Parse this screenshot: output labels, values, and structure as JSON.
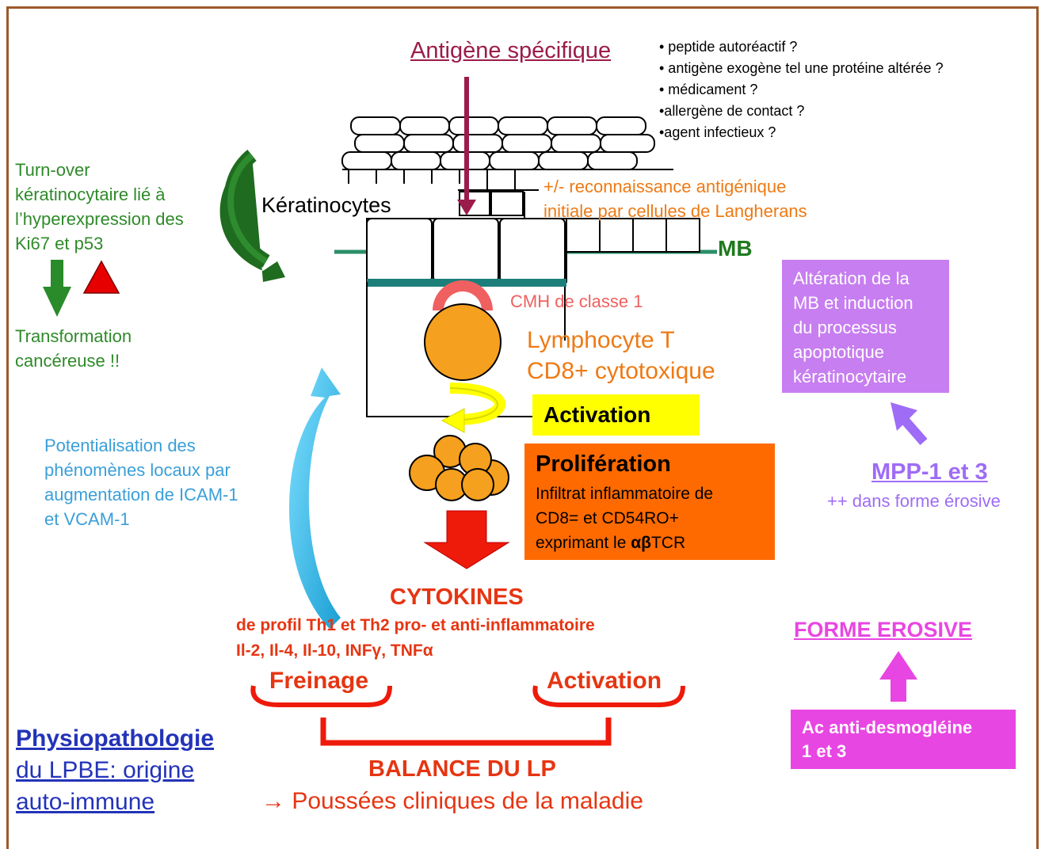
{
  "antigen": {
    "title": "Antigène spécifique",
    "list": [
      "• peptide autoréactif ?",
      "• antigène exogène tel une protéine altérée ?",
      "• médicament  ?",
      "•allergène de contact ?",
      "•agent infectieux ?"
    ]
  },
  "turnover": {
    "lines": [
      "Turn-over",
      "kératinocytaire lié à",
      "l’hyperexpression des",
      "Ki67 et p53"
    ],
    "transformation": [
      "Transformation",
      "cancéreuse !!"
    ]
  },
  "keratinocytes_label": "Kératinocytes",
  "langerhans": [
    "+/- reconnaissance antigénique",
    "initiale par cellules de Langherans"
  ],
  "mb_label": "MB",
  "cmh_label": "CMH de classe 1",
  "lymphocyte": [
    "Lymphocyte T",
    "CD8+ cytotoxique"
  ],
  "activation_box": "Activation",
  "proliferation": {
    "title": "Prolifération",
    "lines": [
      "Infiltrat inflammatoire de",
      "CD8= et CD54RO+"
    ],
    "line3_prefix": "exprimant le ",
    "line3_bold": "αβ",
    "line3_suffix": "TCR"
  },
  "potentialisation": [
    "Potentialisation des",
    "phénomènes locaux par",
    "augmentation de ICAM-1",
    "et VCAM-1"
  ],
  "alteration": [
    "Altération de la",
    "MB et induction",
    "du processus",
    "apoptotique",
    "kératinocytaire"
  ],
  "mpp": {
    "title": "MPP-1 et 3",
    "subtitle": "++ dans forme érosive"
  },
  "cytokines": {
    "title": "CYTOKINES",
    "line1": "de profil Th1 et Th2 pro- et anti-inflammatoire",
    "line2": "Il-2, Il-4, Il-10, INFγ, TNFα"
  },
  "freinage": "Freinage",
  "activation2": "Activation",
  "balance": {
    "title": "BALANCE DU LP",
    "subtitle": "→ Poussées cliniques de la maladie"
  },
  "forme": "FORME EROSIVE",
  "ac_box": [
    "Ac anti-desmogléine",
    "1 et 3"
  ],
  "physio": [
    "Physiopathologie",
    "du LPBE: origine",
    "auto-immune"
  ],
  "colors": {
    "border": "#9c5a2c",
    "green_text": "#2f8a2a",
    "dark_green": "#1f6b1f",
    "orange_text": "#ee7a14",
    "orange_cell": "#f5a01e",
    "red_text": "#e63512",
    "blue_text": "#3a9fd8",
    "cyan_arrow": "#2cb7e6",
    "purple_box": "#c77ef0",
    "purple_arrow": "#9e6cf6",
    "magenta": "#e846e2",
    "yellow": "#ffff00",
    "orange_box": "#ff6a00",
    "maroon": "#9b1c4a",
    "teal": "#1d7f7a",
    "navy": "#2333b8"
  }
}
